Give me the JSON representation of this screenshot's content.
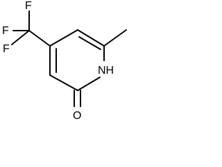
{
  "molecule": {
    "atoms": {
      "f_top": "F",
      "f_left": "F",
      "f_bottom": "F",
      "nh": "NH",
      "o": "O"
    },
    "colors": {
      "bond": "#000000",
      "text": "#000000",
      "background": "#ffffff"
    }
  }
}
